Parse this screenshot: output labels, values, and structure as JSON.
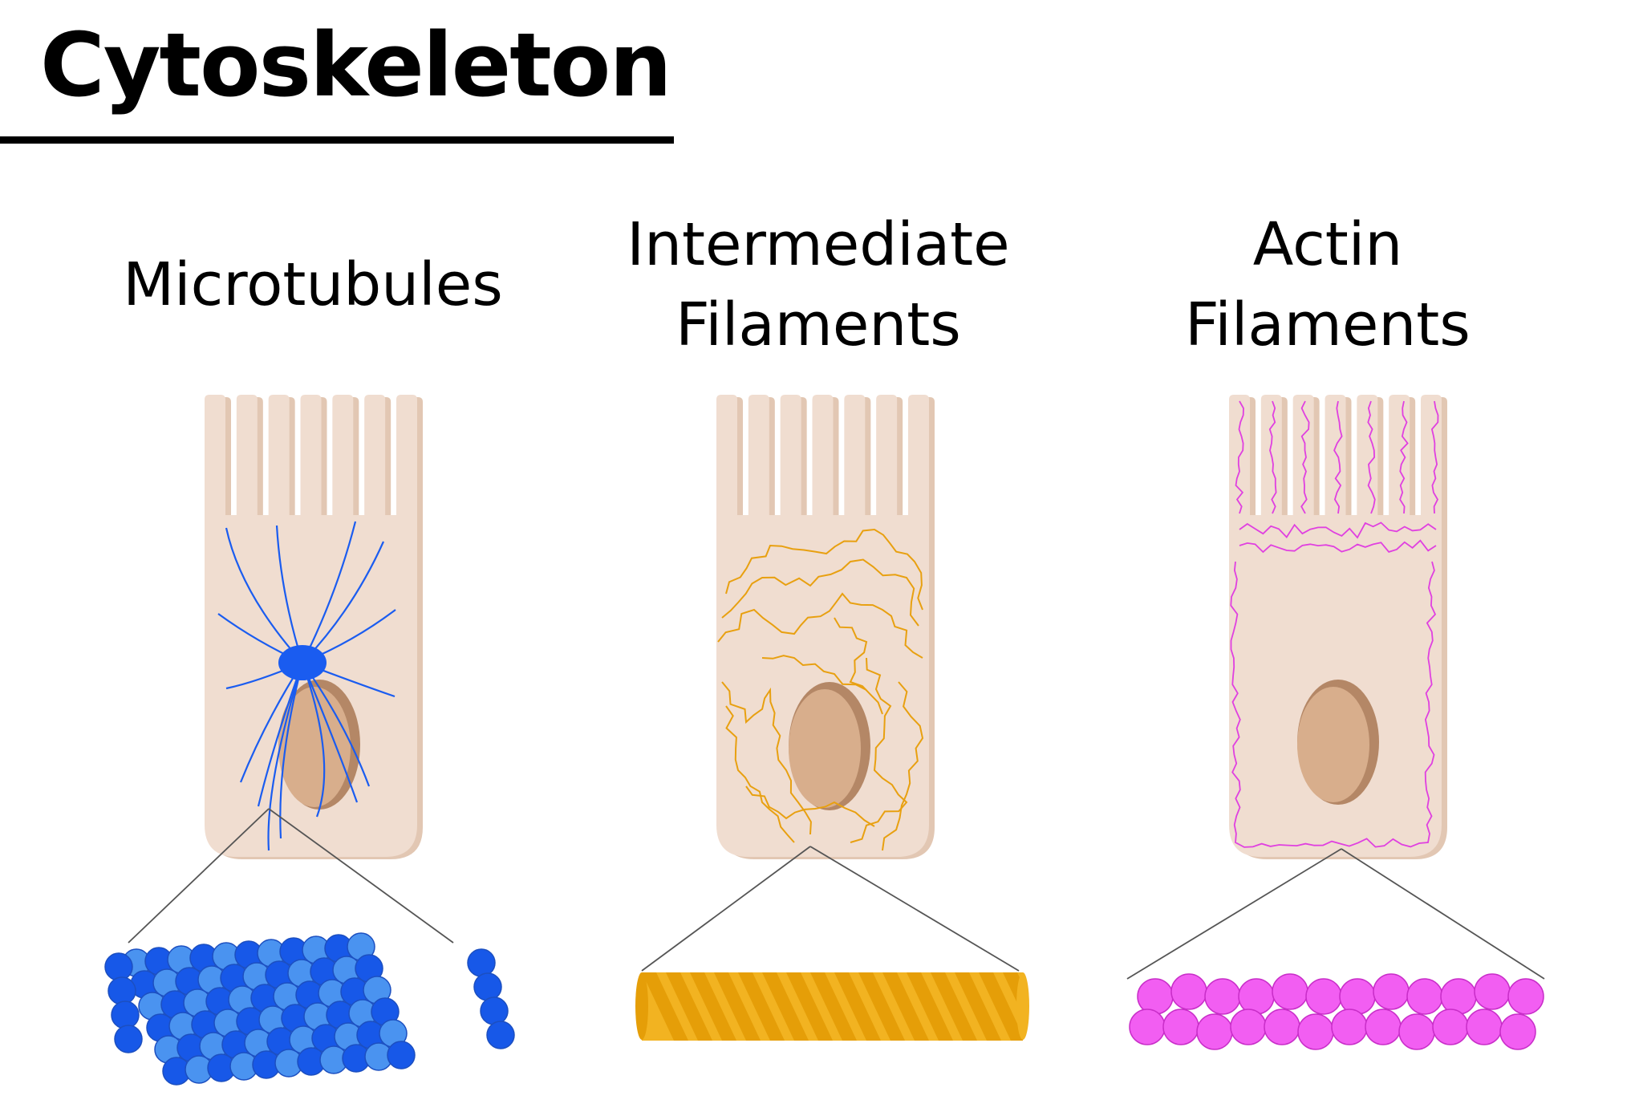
{
  "title": "Cytoskeleton",
  "panels": [
    {
      "id": "microtubules",
      "label_lines": [
        "Microtubules"
      ],
      "filament_color": "#1a5cf0",
      "subunit_colors": [
        "#1758e8",
        "#4a93f0"
      ]
    },
    {
      "id": "intermediate",
      "label_lines": [
        "Intermediate",
        "Filaments"
      ],
      "filament_color": "#e8a010",
      "subunit_colors": [
        "#f2b321",
        "#e59e08"
      ]
    },
    {
      "id": "actin",
      "label_lines": [
        "Actin",
        "Filaments"
      ],
      "filament_color": "#e040e0",
      "subunit_colors": [
        "#f25ef2",
        "#d836d8"
      ]
    }
  ],
  "colors": {
    "cell_fill": "#f0ddd0",
    "cell_edge": "#e2c7b3",
    "nucleus": "#d8ae8c",
    "nucleus_shadow": "#b48766",
    "zoom_line": "#555555"
  }
}
